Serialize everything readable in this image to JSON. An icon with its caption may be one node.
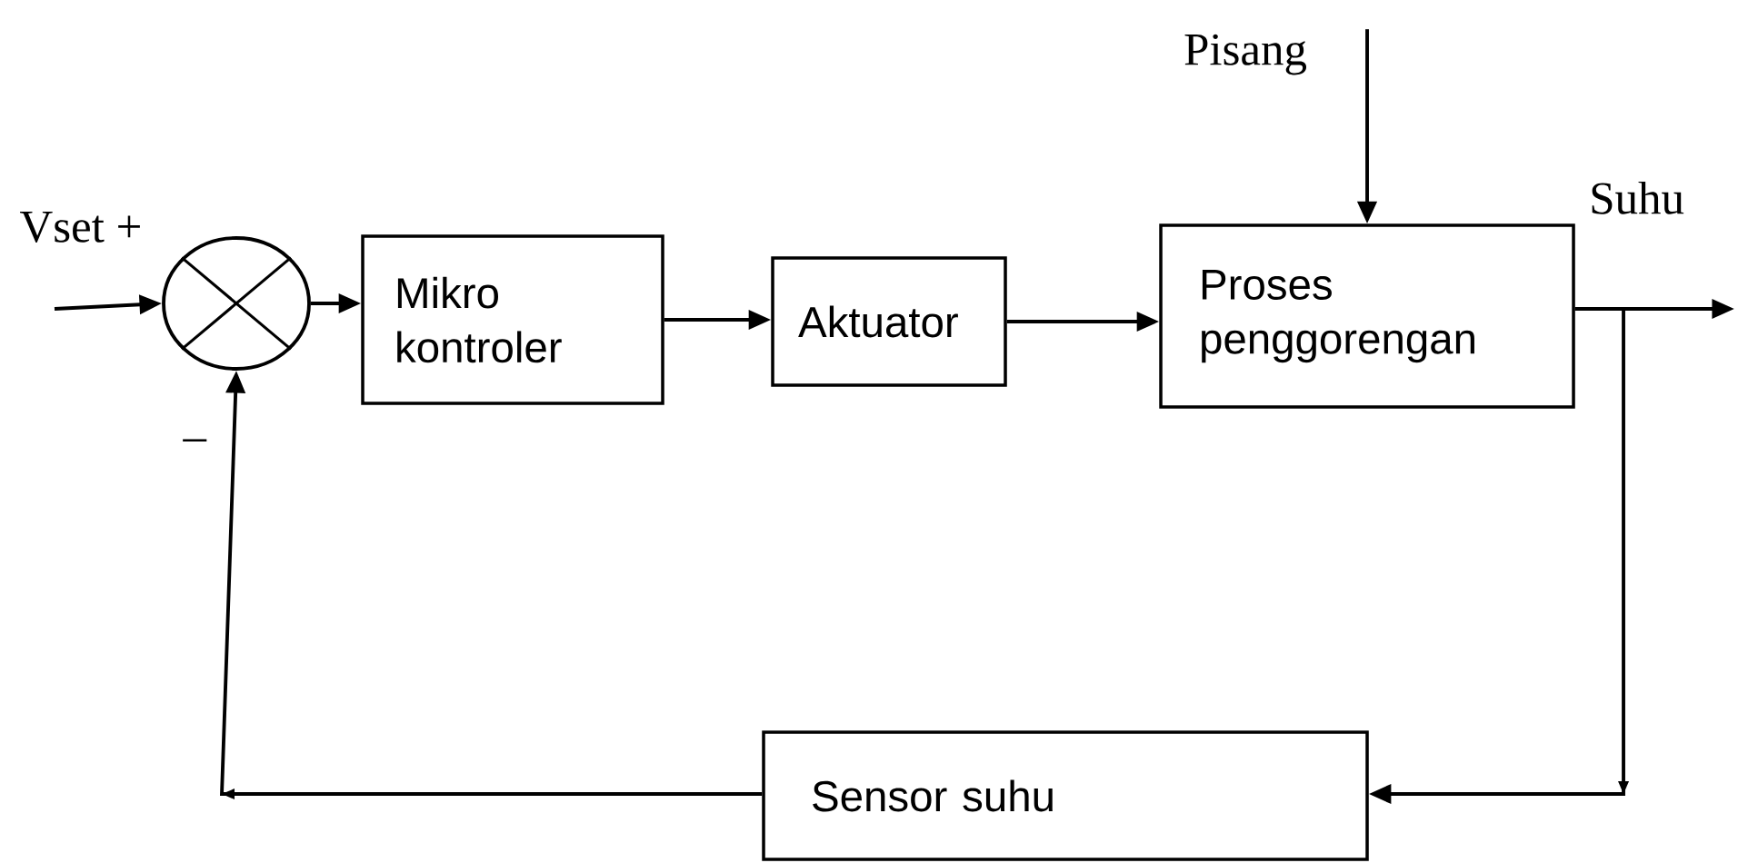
{
  "diagram": {
    "nodes": [
      {
        "text": [],
        "shape": "circle"
      },
      {
        "text": [
          "Mikro kontroler"
        ]
      },
      {
        "text": [
          "Aktuator"
        ]
      },
      {
        "text": [
          "Proses penggorengan"
        ]
      },
      {
        "text": [
          "Sensor suhu"
        ]
      },
      {
        "text": [
          "Pisang"
        ]
      }
    ],
    "edges": [
      {
        "from": null,
        "to": 0,
        "arrow": "to"
      },
      {
        "from": 0,
        "to": 1,
        "arrow": "to"
      },
      {
        "from": 1,
        "to": 2,
        "arrow": "to"
      },
      {
        "from": 2,
        "to": 3,
        "arrow": "to"
      },
      {
        "from": 5,
        "to": 3,
        "arrow": "to"
      },
      {
        "from": 3,
        "to": null,
        "arrow": "to",
        "label": "Suhu"
      },
      {
        "from": 3,
        "to": 4,
        "arrow": "to"
      },
      {
        "from": 4,
        "to": 0,
        "arrow": "to"
      }
    ],
    "labels": [
      "Vset +",
      "–"
    ]
  }
}
